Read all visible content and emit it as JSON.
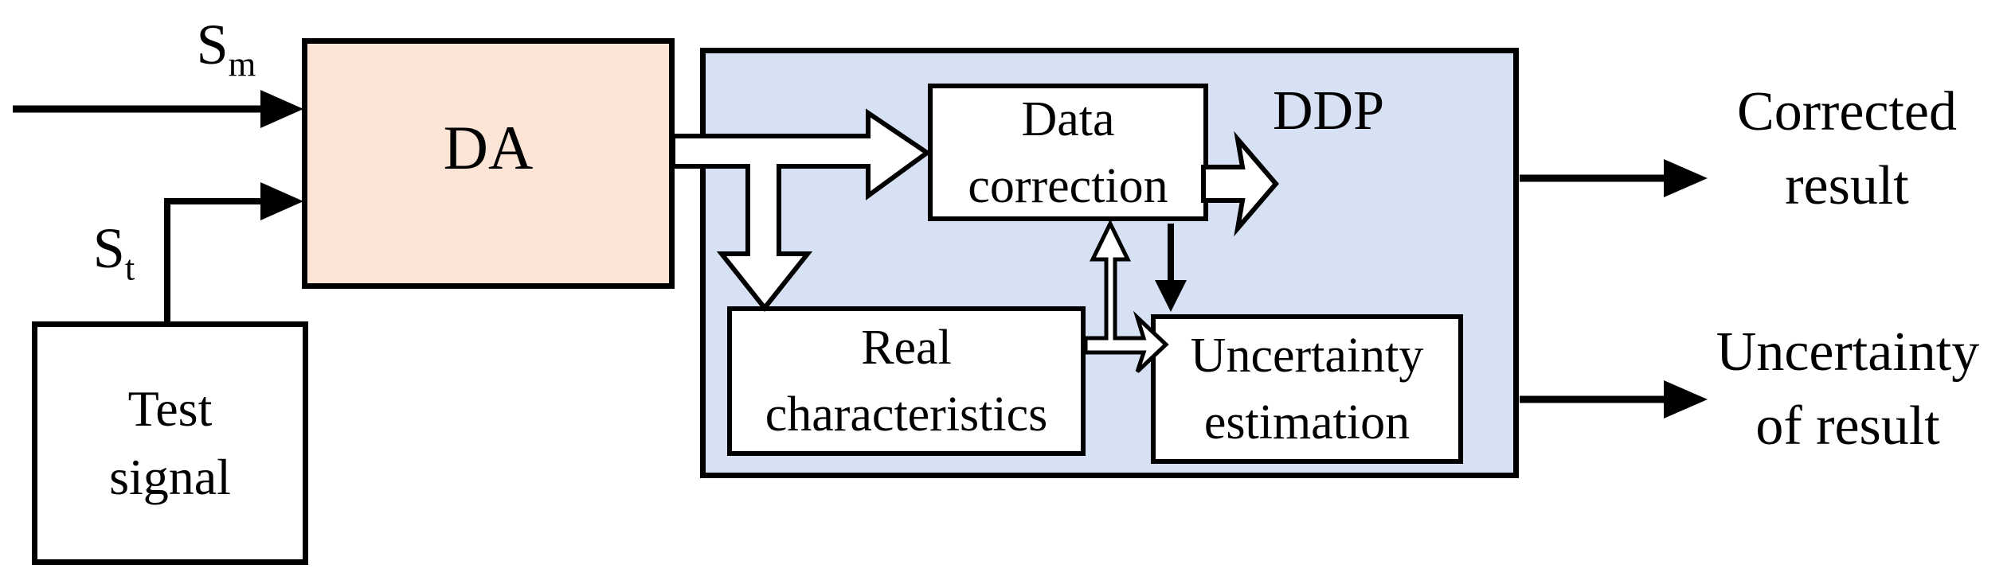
{
  "diagram": {
    "inputs": {
      "sm": {
        "base": "S",
        "sub": "m"
      },
      "st": {
        "base": "S",
        "sub": "t"
      }
    },
    "blocks": {
      "test_signal": {
        "line1": "Test",
        "line2": "signal"
      },
      "da": {
        "label": "DA"
      },
      "ddp": {
        "label": "DDP"
      },
      "data_correction": {
        "line1": "Data",
        "line2": "correction"
      },
      "real_characteristics": {
        "line1": "Real",
        "line2": "characteristics"
      },
      "uncertainty_estimation": {
        "line1": "Uncertainty",
        "line2": "estimation"
      }
    },
    "outputs": {
      "corrected_result": {
        "line1": "Corrected",
        "line2": "result"
      },
      "uncertainty_of_result": {
        "line1": "Uncertainty",
        "line2": "of result"
      }
    },
    "colors": {
      "da_fill": "#fce4d6",
      "ddp_fill": "#d6e2f3",
      "box_fill": "#ffffff",
      "line": "#000000"
    }
  }
}
